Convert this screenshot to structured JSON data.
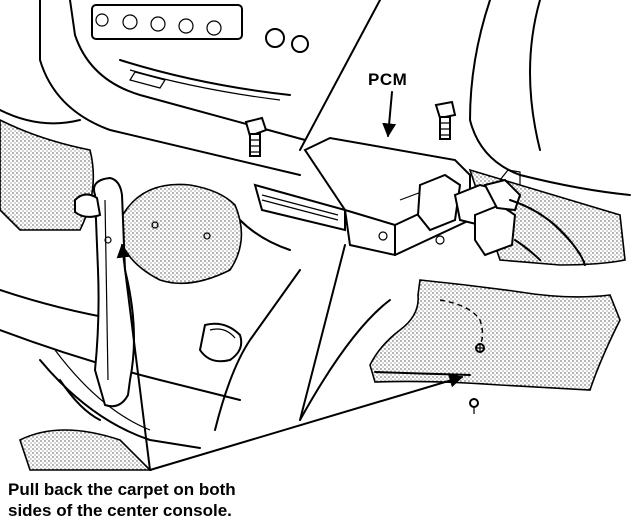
{
  "labels": {
    "pcm": "PCM",
    "caption_line1": "Pull back the carpet on both",
    "caption_line2": "sides of the center console."
  },
  "colors": {
    "ink": "#000000",
    "paper": "#ffffff"
  }
}
